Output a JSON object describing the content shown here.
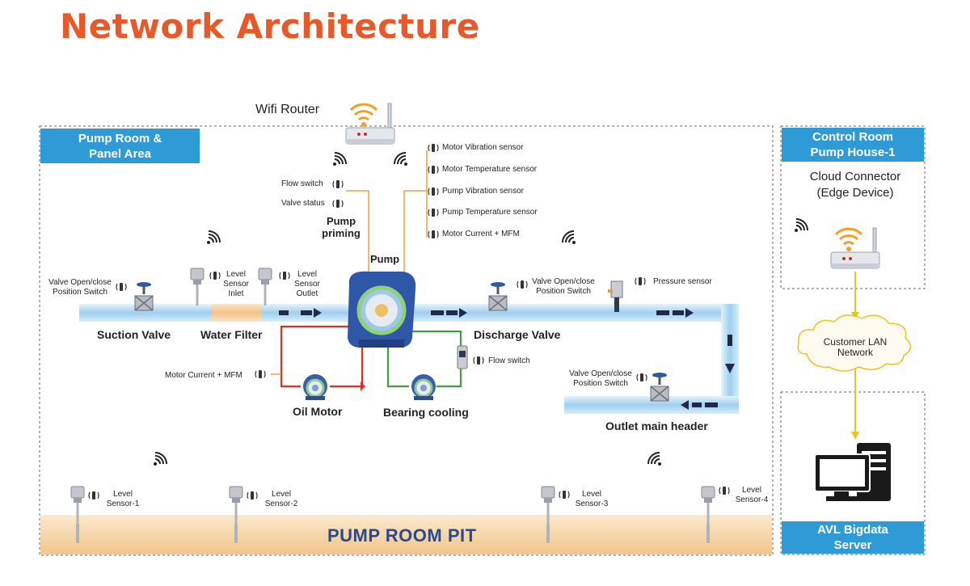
{
  "title": "Network Architecture",
  "wifi_router_label": "Wifi Router",
  "pump_room_tab": [
    "Pump Room &",
    "Panel Area"
  ],
  "control_room_tab": [
    "Control Room",
    "Pump House-1"
  ],
  "cloud_connector": [
    "Cloud Connector",
    "(Edge Device)"
  ],
  "customer_lan": [
    "Customer LAN",
    "Network"
  ],
  "avl_server": [
    "AVL Bigdata",
    "Server"
  ],
  "pump_sensors": [
    "Motor Vibration sensor",
    "Motor Temperature sensor",
    "Pump Vibration sensor",
    "Pump Temperature sensor",
    "Motor Current + MFM"
  ],
  "flow_switch_top": "Flow switch",
  "valve_status": "Valve status",
  "pump_priming": [
    "Pump",
    "priming"
  ],
  "pump_label": "Pump",
  "suction_valve_switch": [
    "Valve Open/close",
    "Position Switch"
  ],
  "level_sensor_inlet": [
    "Level",
    "Sensor",
    "Inlet"
  ],
  "level_sensor_outlet": [
    "Level",
    "Sensor",
    "Outlet"
  ],
  "discharge_valve_switch": [
    "Valve Open/close",
    "Position Switch"
  ],
  "pressure_sensor": "Pressure sensor",
  "suction_valve": "Suction Valve",
  "water_filter": "Water Filter",
  "discharge_valve": "Discharge Valve",
  "flow_switch_mid": "Flow switch",
  "motor_current_left": "Motor Current + MFM",
  "oil_motor": "Oil Motor",
  "bearing_cooling": "Bearing cooling",
  "outlet_valve_switch": [
    "Valve Open/close",
    "Position Switch"
  ],
  "outlet_main_header": "Outlet main header",
  "pit_label": "PUMP ROOM PIT",
  "pit_sensors": [
    [
      "Level",
      "Sensor-1"
    ],
    [
      "Level",
      "Sensor-2"
    ],
    [
      "Level",
      "Sensor-3"
    ],
    [
      "Level",
      "Sensor-4"
    ]
  ],
  "colors": {
    "title": "#e8592a",
    "tab_blue": "#2f9bd6",
    "pipe": "#a8d4f0",
    "pit": "#f3c98c",
    "line_orange": "#f0a040",
    "line_yellow": "#f0c020",
    "oil_line": "#e03020",
    "cooling_line": "#3aa040"
  }
}
